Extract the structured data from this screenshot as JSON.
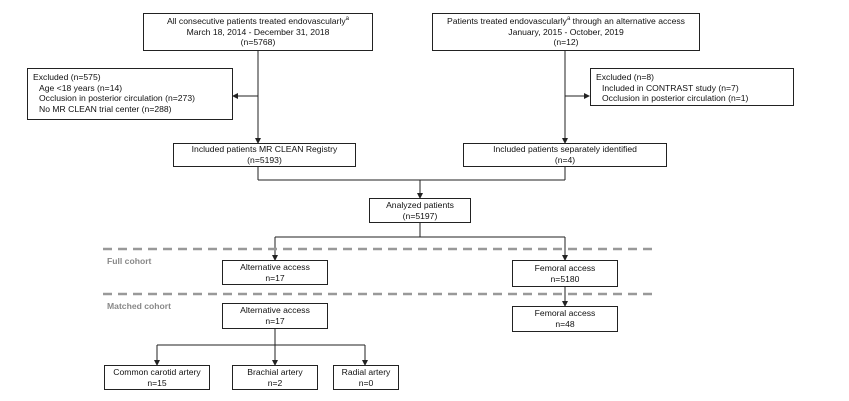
{
  "top_left": {
    "line1": "All consecutive patients treated endovascularly",
    "line1_sup": "a",
    "line2": "March 18, 2014 - December 31, 2018",
    "line3": "(n=5768)"
  },
  "top_right": {
    "line1": "Patients treated endovascularly",
    "line1_sup": "a",
    "line1_rest": " through an alternative access",
    "line2": "January, 2015 - October, 2019",
    "line3": "(n=12)"
  },
  "excluded_left": {
    "title": "Excluded (n=575)",
    "items": [
      "Age <18 years (n=14)",
      "Occlusion in posterior circulation (n=273)",
      "No MR CLEAN trial center (n=288)"
    ]
  },
  "excluded_right": {
    "title": "Excluded (n=8)",
    "items": [
      "Included in CONTRAST study (n=7)",
      "Occlusion in posterior circulation (n=1)"
    ]
  },
  "included_left": {
    "line1": "Included patients MR CLEAN Registry",
    "line2": "(n=5193)"
  },
  "included_right": {
    "line1": "Included patients separately identified",
    "line2": "(n=4)"
  },
  "analyzed": {
    "line1": "Analyzed patients",
    "line2": "(n=5197)"
  },
  "cohort_labels": {
    "full": "Full cohort",
    "matched": "Matched cohort"
  },
  "full_alt": {
    "line1": "Alternative access",
    "line2": "n=17"
  },
  "full_fem": {
    "line1": "Femoral access",
    "line2": "n=5180"
  },
  "matched_alt": {
    "line1": "Alternative access",
    "line2": "n=17"
  },
  "matched_fem": {
    "line1": "Femoral access",
    "line2": "n=48"
  },
  "sites": [
    {
      "line1": "Common carotid artery",
      "line2": "n=15"
    },
    {
      "line1": "Brachial artery",
      "line2": "n=2"
    },
    {
      "line1": "Radial artery",
      "line2": "n=0"
    }
  ]
}
